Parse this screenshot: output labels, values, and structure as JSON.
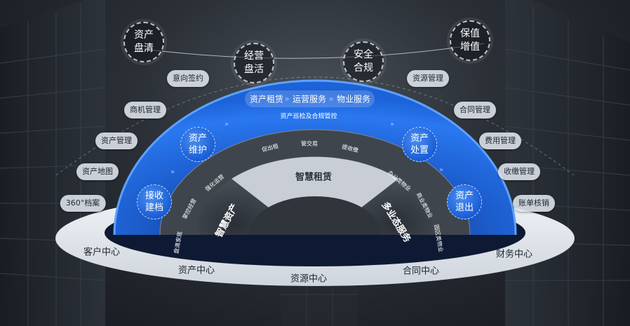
{
  "top_circles": [
    "资产盘清",
    "经营盘活",
    "安全合规",
    "保值增值"
  ],
  "left_pills": [
    "意向签约",
    "商机管理",
    "资产管理",
    "资产地图",
    "360°档案"
  ],
  "right_pills": [
    "资源管理",
    "合同管理",
    "费用管理",
    "收缴管理",
    "账单核销"
  ],
  "arc_banner": {
    "item1": "资产租赁",
    "sep": "»",
    "item2": "运营服务",
    "item3": "物业服务",
    "subtitle": "资产巡检及合规管控"
  },
  "blue_circles": [
    "资产维护",
    "接收建档",
    "资产处置",
    "资产退出"
  ],
  "middle_ring": {
    "top_left": "促出租",
    "top_mid": "管交易",
    "top_right": "提收缴",
    "left_1": "盘清家底",
    "left_2": "掌控经营",
    "left_3": "强化运营",
    "right_1": "办公类物业",
    "right_2": "商业类物业",
    "right_3": "园区类物业"
  },
  "inner_segments": {
    "top": "智慧租赁",
    "left": "智慧资产",
    "right": "多业态服务"
  },
  "base_ring": [
    "客户中心",
    "资产中心",
    "资源中心",
    "合同中心",
    "财务中心"
  ],
  "colors": {
    "blue_dark": "#0a2f7a",
    "blue_light": "#2f7cf0",
    "ring_light": "#e6eaf0"
  }
}
